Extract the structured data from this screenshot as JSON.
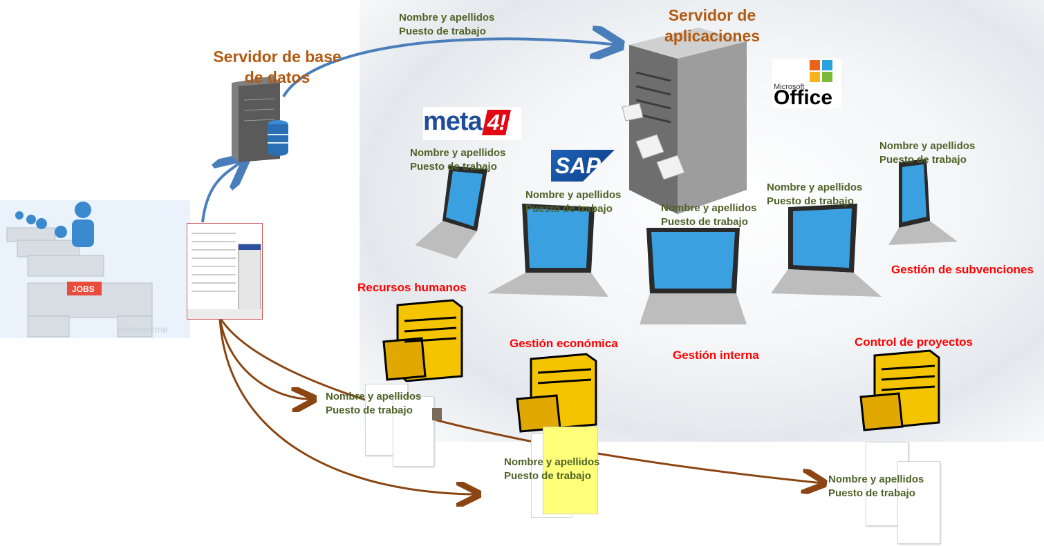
{
  "servers": {
    "db_title": "Servidor de base de datos",
    "app_title": "Servidor de aplicaciones"
  },
  "logos": {
    "meta4": "meta",
    "meta4_num": "4!",
    "sap": "SAP",
    "ms_small": "Microsoft",
    "office": "Office"
  },
  "labels": {
    "name": "Nombre y apellidos",
    "job": "Puesto de trabajo"
  },
  "departments": {
    "rrhh": "Recursos humanos",
    "economica": "Gestión económica",
    "interna": "Gestión interna",
    "proyectos": "Control de proyectos",
    "subvenciones": "Gestión de subvenciones"
  },
  "desk_sign": "JOBS",
  "watermark": "dreamstime",
  "colors": {
    "brown_text": "#b35a12",
    "green_text": "#4f6228",
    "red_text": "#ff0000",
    "blue_arrow": "#4a7ebb",
    "brown_arrow": "#8b4513",
    "cabinet_yellow": "#f5c400"
  }
}
